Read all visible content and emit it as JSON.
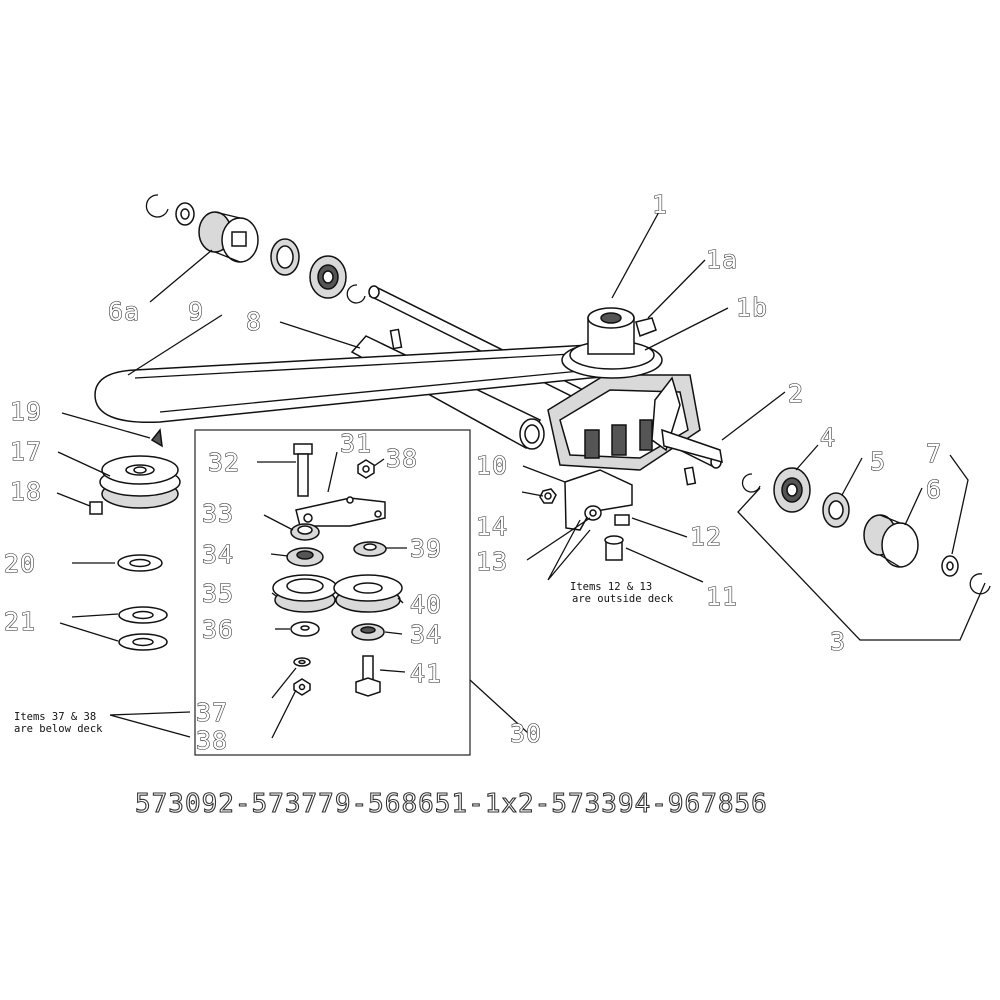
{
  "labels": {
    "l1": "1",
    "l1a": "1a",
    "l1b": "1b",
    "l2": "2",
    "l3": "3",
    "l4": "4",
    "l5": "5",
    "l6": "6",
    "l6a": "6a",
    "l7": "7",
    "l8": "8",
    "l9": "9",
    "l10": "10",
    "l11": "11",
    "l12": "12",
    "l13": "13",
    "l14": "14",
    "l17": "17",
    "l18": "18",
    "l19": "19",
    "l20": "20",
    "l21": "21",
    "l30": "30",
    "l31": "31",
    "l32": "32",
    "l33": "33",
    "l34a": "34",
    "l34b": "34",
    "l35": "35",
    "l36": "36",
    "l37": "37",
    "l38a": "38",
    "l38b": "38",
    "l39": "39",
    "l40": "40",
    "l41": "41"
  },
  "notes": {
    "deck_outside_line1": "Items 12 & 13",
    "deck_outside_line2": "are outside deck",
    "deck_below_line1": "Items 37 & 38",
    "deck_below_line2": "are below deck"
  },
  "part_numbers": "573092-573779-568651-1x2-573394-967856"
}
